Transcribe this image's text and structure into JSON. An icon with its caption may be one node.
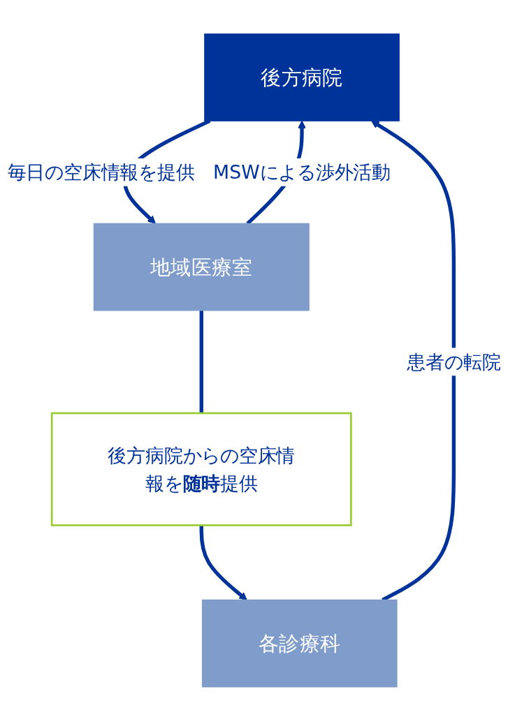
{
  "diagram": {
    "nodes": [
      {
        "text": [
          "後方病院"
        ]
      },
      {
        "text": [
          "地域医療室"
        ]
      },
      {
        "text": [
          "後方病院からの空床情報を**随時**提供"
        ]
      },
      {
        "text": [
          "各診療科"
        ]
      }
    ],
    "edges": [
      {
        "from": 0,
        "to": 1,
        "arrow": "to",
        "label": "毎日の空床情報を提供"
      },
      {
        "from": 1,
        "to": 0,
        "arrow": "to",
        "label": "MSWによる渉外活動"
      },
      {
        "from": 1,
        "to": 2,
        "arrow": "none"
      },
      {
        "from": 2,
        "to": 3,
        "arrow": "to"
      },
      {
        "from": 3,
        "to": 0,
        "arrow": "to",
        "label": "患者の転院"
      }
    ]
  }
}
